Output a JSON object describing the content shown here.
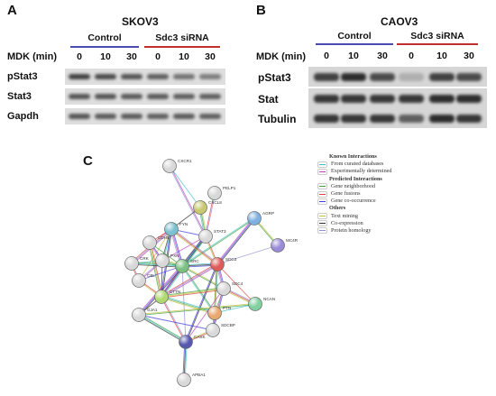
{
  "panel_a": {
    "letter": "A",
    "title": "SKOV3",
    "mdk_label": "MDK (min)",
    "groups": [
      {
        "label": "Control",
        "color": "#4a4ab0"
      },
      {
        "label": "Sdc3 siRNA",
        "color": "#c03030"
      }
    ],
    "times": [
      "0",
      "10",
      "30",
      "0",
      "10",
      "30"
    ],
    "rows": [
      {
        "label": "pStat3",
        "intensity": [
          0.85,
          0.8,
          0.75,
          0.7,
          0.6,
          0.55
        ]
      },
      {
        "label": "Stat3",
        "intensity": [
          0.75,
          0.75,
          0.72,
          0.72,
          0.7,
          0.7
        ]
      },
      {
        "label": "Gapdh",
        "intensity": [
          0.75,
          0.72,
          0.72,
          0.7,
          0.72,
          0.7
        ]
      }
    ]
  },
  "panel_b": {
    "letter": "B",
    "title": "CAOV3",
    "mdk_label": "MDK (min)",
    "groups": [
      {
        "label": "Control",
        "color": "#4a4ab0"
      },
      {
        "label": "Sdc3 siRNA",
        "color": "#c03030"
      }
    ],
    "times": [
      "0",
      "10",
      "30",
      "0",
      "10",
      "30"
    ],
    "rows": [
      {
        "label": "pStat3",
        "intensity": [
          0.85,
          0.95,
          0.8,
          0.3,
          0.85,
          0.8
        ]
      },
      {
        "label": "Stat",
        "intensity": [
          0.9,
          0.9,
          0.9,
          0.9,
          0.95,
          0.95
        ]
      },
      {
        "label": "Tubulin",
        "intensity": [
          0.9,
          0.9,
          0.9,
          0.7,
          0.95,
          0.9
        ]
      }
    ]
  },
  "panel_c": {
    "letter": "C",
    "nodes": [
      {
        "id": "CXCR1",
        "color": "#d8d8d8"
      },
      {
        "id": "PELP1",
        "color": "#d8d8d8"
      },
      {
        "id": "CXCL8",
        "color": "#c8c870"
      },
      {
        "id": "STAT3",
        "color": "#d8d8d8"
      },
      {
        "id": "AGRP",
        "color": "#7fb0e0"
      },
      {
        "id": "MC4R",
        "color": "#9a8ad8"
      },
      {
        "id": "FYN",
        "color": "#7cc0d0"
      },
      {
        "id": "CDH5",
        "color": "#d8d8d8"
      },
      {
        "id": "PXN",
        "color": "#d8d8d8"
      },
      {
        "id": "CRK",
        "color": "#d8d8d8"
      },
      {
        "id": "CBL",
        "color": "#d8d8d8"
      },
      {
        "id": "SRC",
        "color": "#7ac080"
      },
      {
        "id": "SDC3",
        "color": "#e05a5a"
      },
      {
        "id": "SDC4",
        "color": "#d8d8d8"
      },
      {
        "id": "NCAN",
        "color": "#80d0a0"
      },
      {
        "id": "CTTN",
        "color": "#b0d870"
      },
      {
        "id": "PTN",
        "color": "#e8a870"
      },
      {
        "id": "GJA1",
        "color": "#d8d8d8"
      },
      {
        "id": "SDCBP",
        "color": "#d8d8d8"
      },
      {
        "id": "CASK",
        "color": "#5858b0"
      },
      {
        "id": "APBA1",
        "color": "#d8d8d8"
      }
    ],
    "legend": [
      {
        "type": "header",
        "text": "Known Interactions"
      },
      {
        "type": "item",
        "text": "From curated databases",
        "color": "#40c0c0"
      },
      {
        "type": "item",
        "text": "Experimentally determined",
        "color": "#c040c0"
      },
      {
        "type": "header",
        "text": "Predicted Interactions"
      },
      {
        "type": "item",
        "text": "Gene neighborhood",
        "color": "#40a040"
      },
      {
        "type": "item",
        "text": "Gene fusions",
        "color": "#e04040"
      },
      {
        "type": "item",
        "text": "Gene co-occurrence",
        "color": "#4040e0"
      },
      {
        "type": "header",
        "text": "Others"
      },
      {
        "type": "item",
        "text": "Text mining",
        "color": "#c0c040"
      },
      {
        "type": "item",
        "text": "Co-expression",
        "color": "#303030"
      },
      {
        "type": "item",
        "text": "Protein homology",
        "color": "#9090d0"
      }
    ]
  }
}
